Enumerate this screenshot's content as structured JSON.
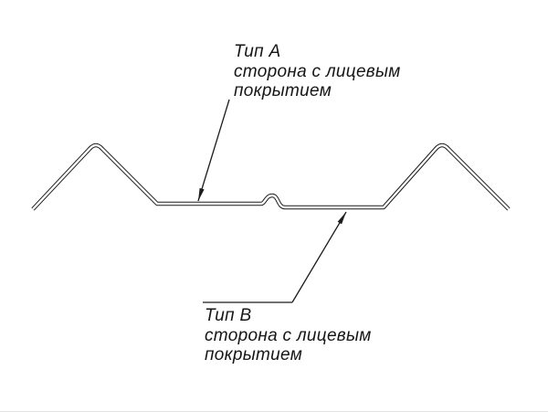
{
  "diagram": {
    "background_color": "#ffffff",
    "stroke_color": "#1c1c1c",
    "callout_a": {
      "title": "Тип А",
      "line1": "сторона с лицевым",
      "line2": "покрытием"
    },
    "callout_b": {
      "title": "Тип В",
      "line1": "сторона с лицевым",
      "line2": "покрытием"
    }
  }
}
